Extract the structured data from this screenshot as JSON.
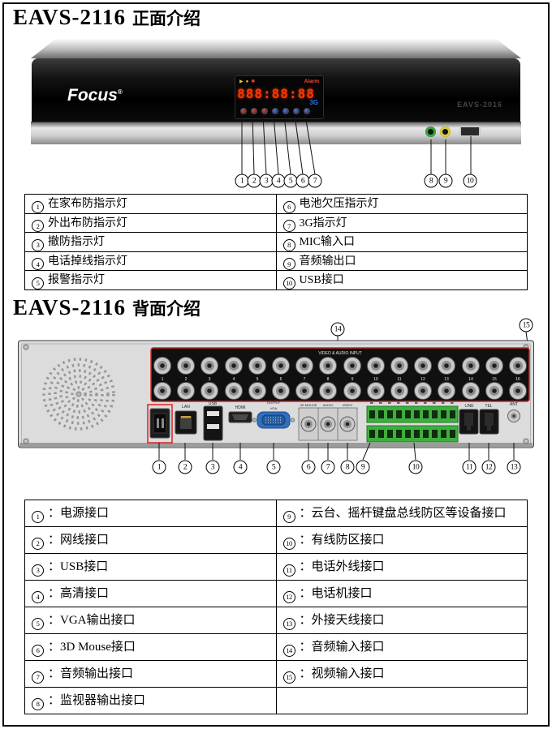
{
  "front_section": {
    "title_model": "EAVS-2116",
    "title_text": "正面介绍"
  },
  "front_device": {
    "brand": "Focus",
    "brand_reg": "®",
    "display_digits": "888:88:88",
    "alarm_label": "Alarm",
    "g3_label": "3G",
    "model_label": "EAVS-2016"
  },
  "front_callouts": [
    "1",
    "2",
    "3",
    "4",
    "5",
    "6",
    "7",
    "8",
    "9",
    "10"
  ],
  "front_table_rows": [
    {
      "left_num": "1",
      "left_label": "在家布防指示灯",
      "right_num": "6",
      "right_label": "电池欠压指示灯"
    },
    {
      "left_num": "2",
      "left_label": "外出布防指示灯",
      "right_num": "7",
      "right_label": "3G指示灯"
    },
    {
      "left_num": "3",
      "left_label": "撤防指示灯",
      "right_num": "8",
      "right_label": "MIC输入口"
    },
    {
      "left_num": "4",
      "left_label": "电话掉线指示灯",
      "right_num": "9",
      "right_label": "音频输出口"
    },
    {
      "left_num": "5",
      "left_label": "报警指示灯",
      "right_num": "10",
      "right_label": "USB接口"
    }
  ],
  "back_section": {
    "title_model": "EAVS-2116",
    "title_text": "背面介绍"
  },
  "back_device": {
    "bnc_label": "VIDEO & AUDIO INPUT",
    "bnc_numbers": [
      "1",
      "2",
      "3",
      "4",
      "5",
      "6",
      "7",
      "8",
      "9",
      "10",
      "11",
      "12",
      "13",
      "14",
      "15",
      "16"
    ],
    "port_labels": {
      "lan": "LAN",
      "usb": "USB",
      "hdmi": "HDMI",
      "vga": "VGA",
      "output": "OUTPUT",
      "mouse": "3D MOUSE",
      "audio": "AUDIO",
      "video": "VIDEO",
      "line": "LINE",
      "tel": "TEL",
      "ant": "ANT"
    }
  },
  "back_callouts_top": [
    "14",
    "15"
  ],
  "back_callouts_bottom": [
    "1",
    "2",
    "3",
    "4",
    "5",
    "6",
    "7",
    "8",
    "9",
    "10",
    "11",
    "12",
    "13"
  ],
  "back_table_sep": "：",
  "back_table_rows": [
    {
      "left_num": "1",
      "left_label": "电源接口",
      "right_num": "9",
      "right_label": "云台、摇杆键盘总线防区等设备接口"
    },
    {
      "left_num": "2",
      "left_label": "网线接口",
      "right_num": "10",
      "right_label": "有线防区接口"
    },
    {
      "left_num": "3",
      "left_label": "USB接口",
      "right_num": "11",
      "right_label": "电话外线接口"
    },
    {
      "left_num": "4",
      "left_label": "高清接口",
      "right_num": "12",
      "right_label": "电话机接口"
    },
    {
      "left_num": "5",
      "left_label": "VGA输出接口",
      "right_num": "13",
      "right_label": "外接天线接口"
    },
    {
      "left_num": "6",
      "left_label": "3D Mouse接口",
      "right_num": "14",
      "right_label": "音频输入接口"
    },
    {
      "left_num": "7",
      "left_label": "音频输出接口",
      "right_num": "15",
      "right_label": "视频输入接口"
    },
    {
      "left_num": "8",
      "left_label": "监视器输出接口"
    }
  ],
  "colors": {
    "callout_red": "#dd2222",
    "led_red": "#ff3800",
    "led_blue": "#2f6fe0",
    "vga_blue": "#2f6fc2",
    "terminal_green": "#3fae3f",
    "jack_green": "#3aa63a",
    "jack_yellow": "#ddc83d"
  }
}
